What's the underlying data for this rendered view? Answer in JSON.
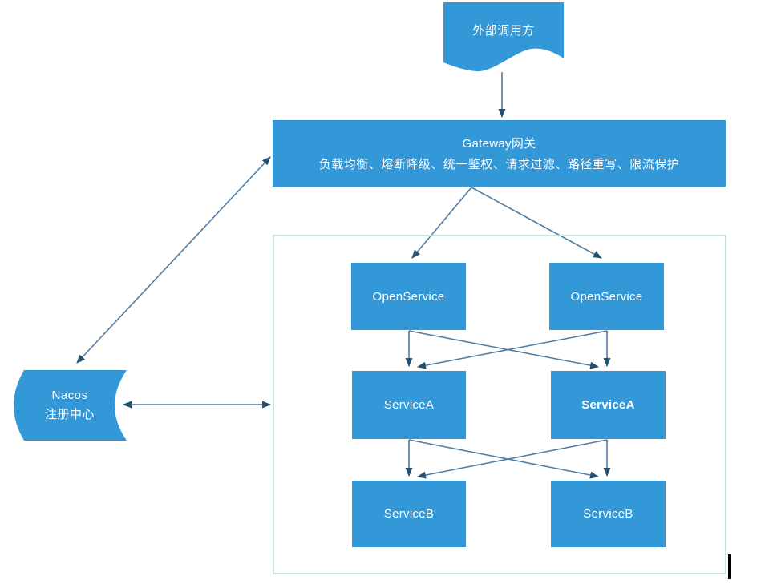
{
  "diagram": {
    "external_caller": {
      "label": "外部调用方"
    },
    "gateway": {
      "title": "Gateway网关",
      "subtitle": "负载均衡、熔断降级、统一鉴权、请求过滤、路径重写、限流保护"
    },
    "nacos": {
      "line1": "Nacos",
      "line2": "注册中心"
    },
    "services": {
      "open_left": "OpenService",
      "open_right": "OpenService",
      "a_left": "ServiceA",
      "a_right": "ServiceA",
      "b_left": "ServiceB",
      "b_right": "ServiceB"
    },
    "colors": {
      "node_fill": "#3398d8",
      "arrow": "#527da3",
      "arrowhead": "#24516f",
      "container_border": "#c8e5da",
      "node_text": "#ffffff"
    }
  }
}
